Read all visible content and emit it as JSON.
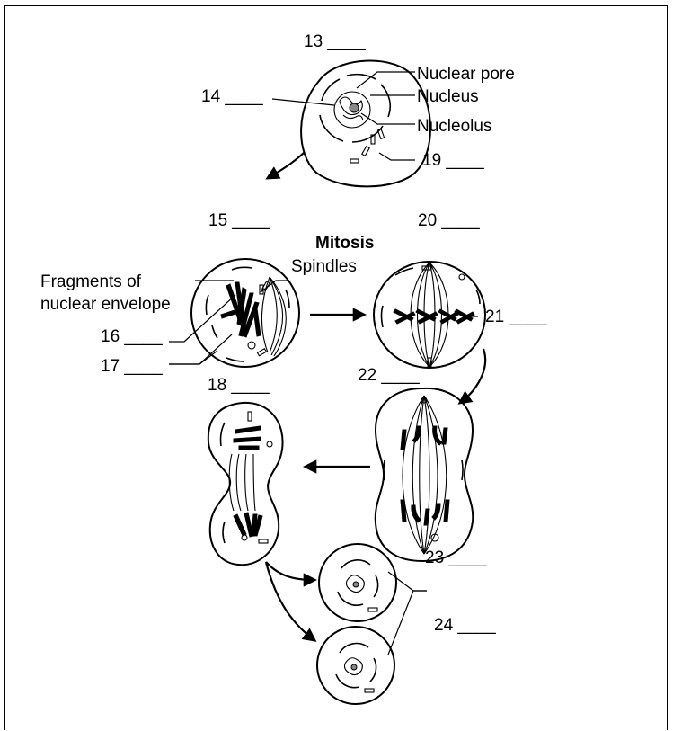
{
  "labels": {
    "nuclear_pore": "Nuclear pore",
    "nucleus": "Nucleus",
    "nucleolus": "Nucleolus",
    "mitosis": "Mitosis",
    "spindles": "Spindles",
    "fragments_line1": "Fragments of",
    "fragments_line2": "nuclear envelope"
  },
  "blanks": {
    "b13": "13 ____",
    "b14": "14 ____",
    "b15": "15 ____",
    "b16": "16 ____",
    "b17": "17 ____",
    "b18": "18 ____",
    "b19": "19 ____",
    "b20": "20 ____",
    "b21": "21 ____",
    "b22": "22 ____",
    "b23": "23 ____",
    "b24": "24 ____"
  }
}
